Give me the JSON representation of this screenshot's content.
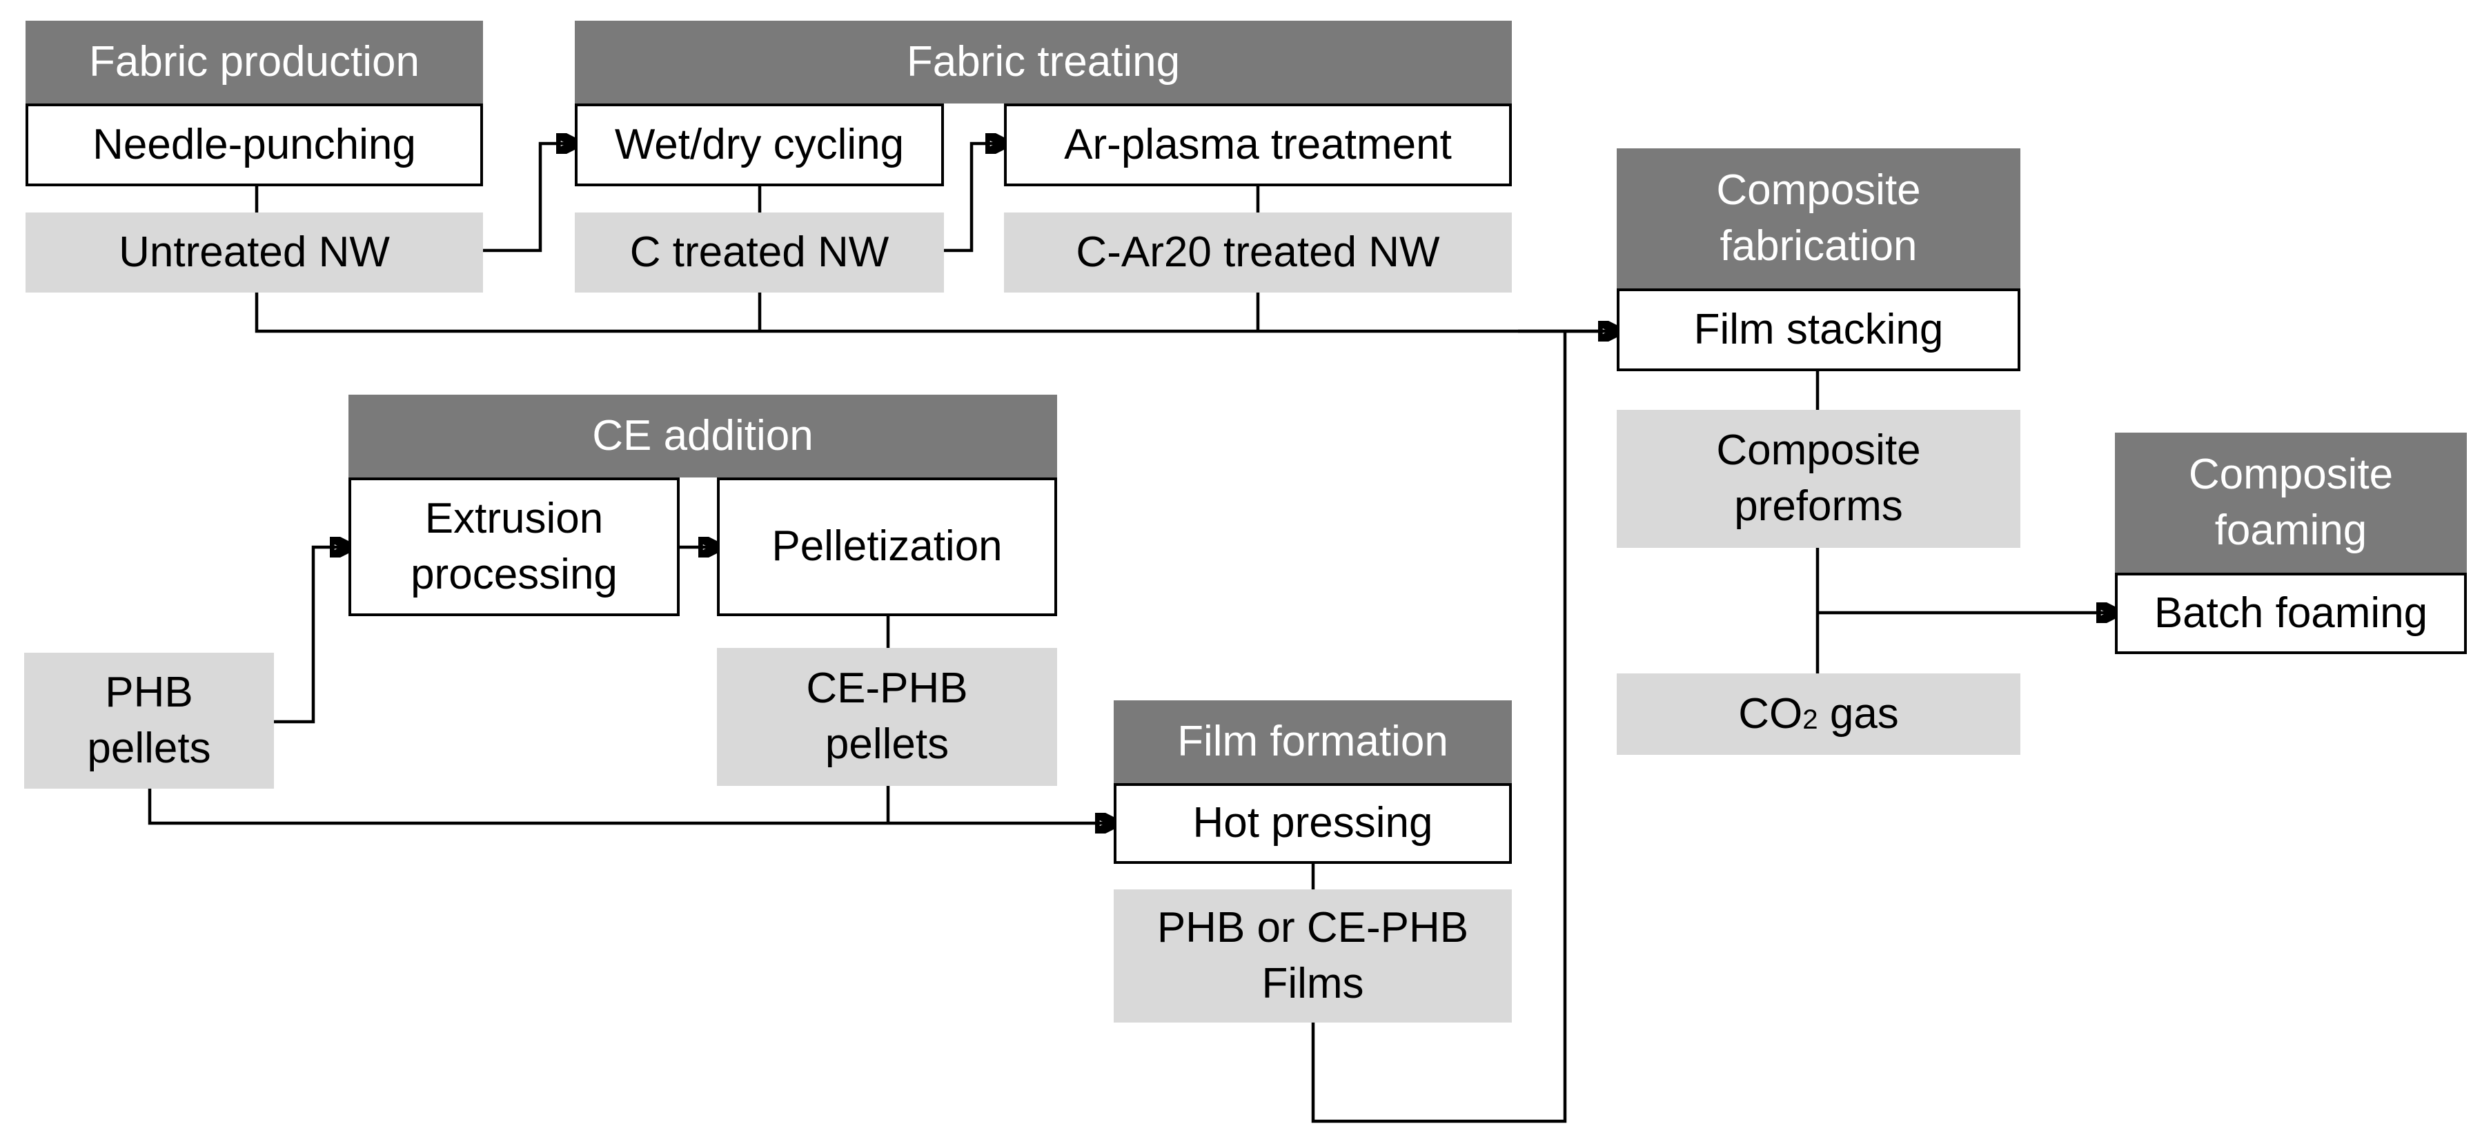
{
  "colors": {
    "header_fill": "#7a7a7a",
    "header_text": "#ffffff",
    "process_fill": "#ffffff",
    "output_fill": "#d9d9d9",
    "line": "#000000"
  },
  "stages": {
    "fabric_production": {
      "title": "Fabric production",
      "process": "Needle-punching",
      "output": "Untreated NW"
    },
    "fabric_treating": {
      "title": "Fabric treating",
      "process_1": "Wet/dry cycling",
      "output_1": "C treated NW",
      "process_2": "Ar-plasma treatment",
      "output_2": "C-Ar20 treated NW"
    },
    "ce_addition": {
      "title": "CE addition",
      "process_1": "Extrusion processing",
      "process_2": "Pelletization",
      "output": "CE-PHB pellets"
    },
    "raw_material": "PHB pellets",
    "film_formation": {
      "title": "Film formation",
      "process": "Hot pressing",
      "output": "PHB or CE-PHB Films"
    },
    "composite_fabrication": {
      "title": "Composite fabrication",
      "process": "Film stacking",
      "output": "Composite preforms"
    },
    "gas": {
      "base": "CO",
      "subscript": "2",
      "suffix": " gas"
    },
    "composite_foaming": {
      "title": "Composite foaming",
      "process": "Batch foaming"
    }
  }
}
